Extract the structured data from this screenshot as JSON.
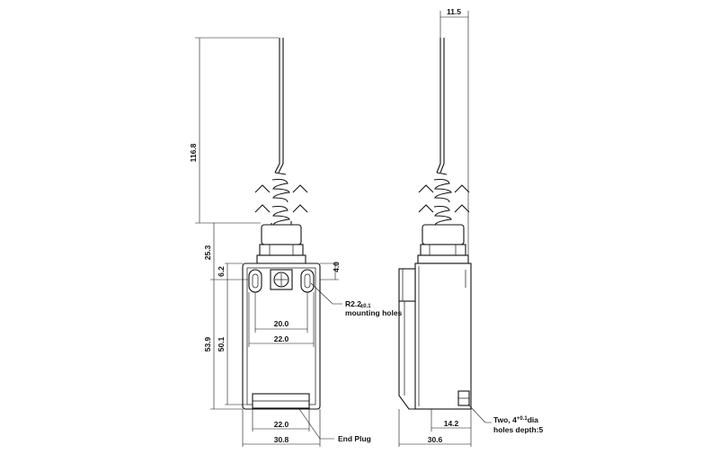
{
  "dims": {
    "d_116_8": "116.8",
    "d_25_3": "25.3",
    "d_6_2": "6.2",
    "d_53_9": "53.9",
    "d_50_1": "50.1",
    "d_4_0": "4.0",
    "d_20_0": "20.0",
    "d_22_0_upper": "22.0",
    "d_22_0_lower": "22.0",
    "d_30_8": "30.8",
    "d_11_5": "11.5",
    "d_14_2": "14.2",
    "d_30_6": "30.6"
  },
  "labels": {
    "radius": "R2.2",
    "radius_tol": "±0.1",
    "mounting_holes": "mounting holes",
    "end_plug": "End Plug",
    "holes_two": "Two, 4",
    "holes_tol": "+0.1",
    "holes_dia": "dia",
    "holes_depth": "holes depth:5"
  }
}
